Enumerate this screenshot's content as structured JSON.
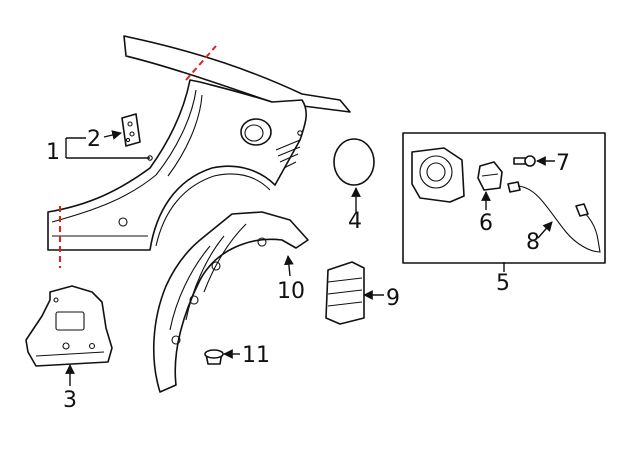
{
  "callouts": {
    "c1": "1",
    "c2": "2",
    "c3": "3",
    "c4": "4",
    "c5": "5",
    "c6": "6",
    "c7": "7",
    "c8": "8",
    "c9": "9",
    "c10": "10",
    "c11": "11"
  },
  "colors": {
    "line": "#111111",
    "cut_line": "#e0201b",
    "background": "#ffffff"
  }
}
